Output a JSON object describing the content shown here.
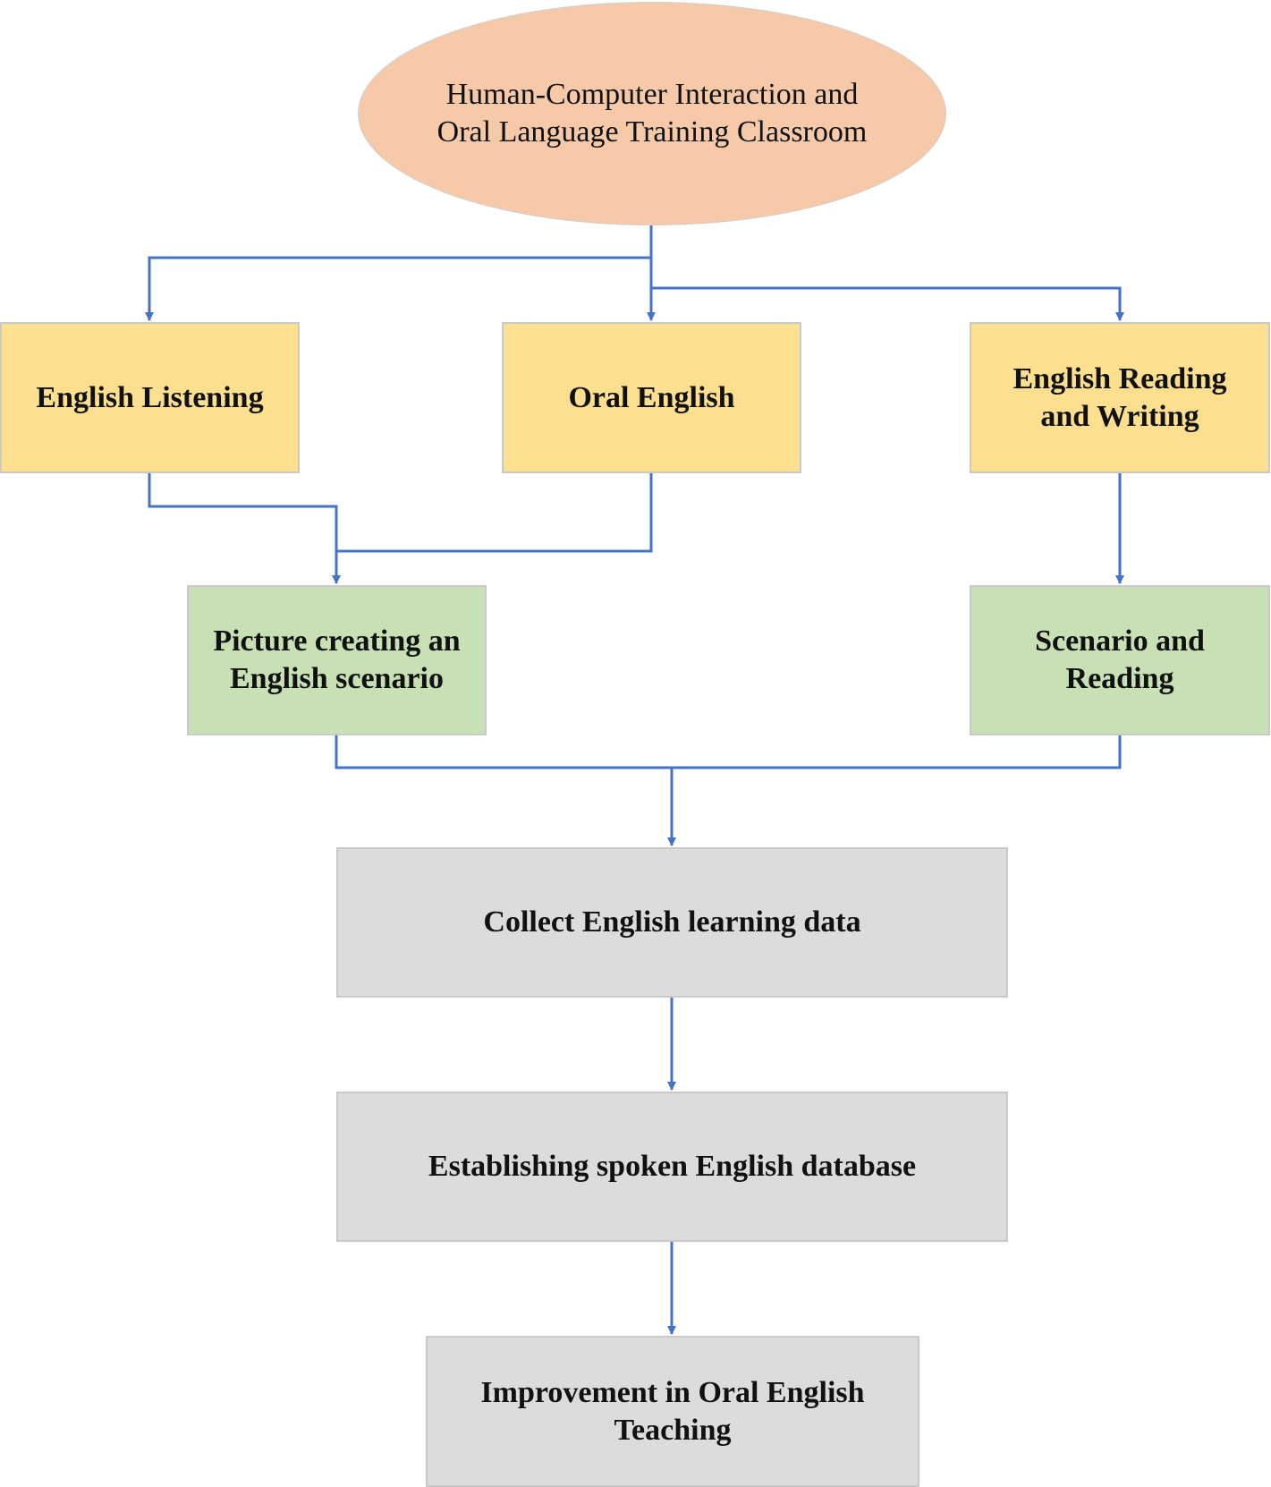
{
  "diagram": {
    "root": {
      "label": "Human-Computer Interaction and\nOral Language Training Classroom"
    },
    "level1": [
      {
        "id": "listening",
        "label": "English Listening"
      },
      {
        "id": "oral",
        "label": "Oral English"
      },
      {
        "id": "reading_writing",
        "label": "English Reading\nand Writing"
      }
    ],
    "level2": [
      {
        "id": "picture",
        "label": "Picture creating an\nEnglish scenario"
      },
      {
        "id": "scenario_reading",
        "label": "Scenario and\nReading"
      }
    ],
    "steps": [
      {
        "id": "collect",
        "label": "Collect English learning data"
      },
      {
        "id": "establish",
        "label": "Establishing spoken English database"
      },
      {
        "id": "improve",
        "label": "Improvement in Oral English\nTeaching"
      }
    ],
    "colors": {
      "root_fill": "#f6c9a9",
      "level1_fill": "#fde08f",
      "level2_fill": "#c7e0b4",
      "step_fill": "#dcdcdc",
      "connector": "#4472c4",
      "border": "#c9c9c9"
    },
    "edges": [
      {
        "from": "root",
        "to": "listening"
      },
      {
        "from": "root",
        "to": "oral"
      },
      {
        "from": "root",
        "to": "reading_writing"
      },
      {
        "from": "listening",
        "to": "picture"
      },
      {
        "from": "oral",
        "to": "picture"
      },
      {
        "from": "reading_writing",
        "to": "scenario_reading"
      },
      {
        "from": "picture",
        "to": "collect"
      },
      {
        "from": "scenario_reading",
        "to": "collect"
      },
      {
        "from": "collect",
        "to": "establish"
      },
      {
        "from": "establish",
        "to": "improve"
      }
    ]
  }
}
